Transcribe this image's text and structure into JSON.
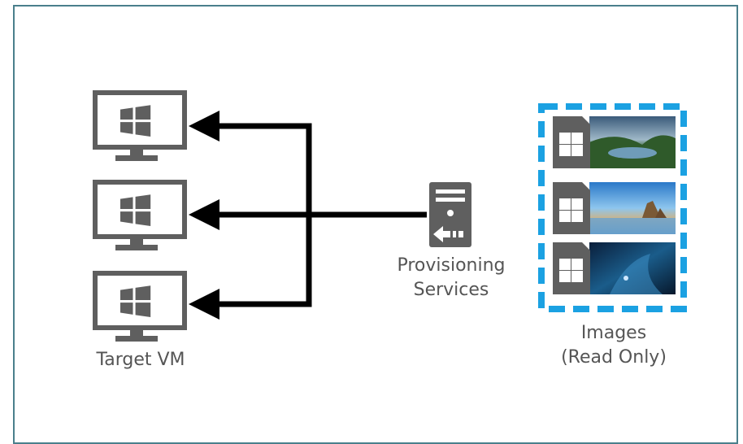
{
  "labels": {
    "target_vm": "Target VM",
    "provisioning_line1": "Provisioning",
    "provisioning_line2": "Services",
    "images_line1": "Images",
    "images_line2": "(Read Only)"
  },
  "colors": {
    "frame_border": "#4a7f8c",
    "icon_gray": "#5f5f5f",
    "arrow_black": "#000000",
    "dashed_border": "#1ba1e2",
    "label_text": "#555555"
  },
  "icons": {
    "target_vm": "windows-monitor-icon",
    "server": "server-provisioning-icon",
    "image": "windows-disk-image-icon"
  },
  "images": [
    {
      "name": "mountain-lake-landscape"
    },
    {
      "name": "beach-rocks-landscape"
    },
    {
      "name": "ice-cave-landscape"
    }
  ]
}
